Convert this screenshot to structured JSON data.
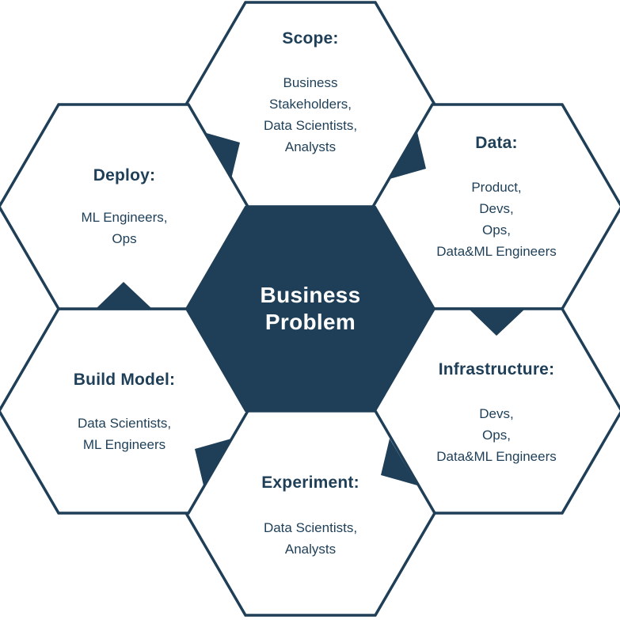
{
  "colors": {
    "navy": "#1e3f57",
    "background": "#ffffff",
    "text_on_dark": "#ffffff"
  },
  "hexagons": {
    "center": {
      "title": "Business\nProblem"
    },
    "scope": {
      "title": "Scope:",
      "members": "Business\nStakeholders,\nData Scientists,\nAnalysts"
    },
    "data": {
      "title": "Data:",
      "members": "Product,\nDevs,\nOps,\nData&ML Engineers"
    },
    "infrastructure": {
      "title": "Infrastructure:",
      "members": "Devs,\nOps,\nData&ML Engineers"
    },
    "experiment": {
      "title": "Experiment:",
      "members": "Data Scientists,\nAnalysts"
    },
    "build_model": {
      "title": "Build Model:",
      "members": "Data Scientists,\nML Engineers"
    },
    "deploy": {
      "title": "Deploy:",
      "members": "ML Engineers,\nOps"
    }
  },
  "flow_arrows": [
    {
      "from": "Deploy",
      "to": "Scope"
    },
    {
      "from": "Scope",
      "to": "Data"
    },
    {
      "from": "Data",
      "to": "Infrastructure"
    },
    {
      "from": "Infrastructure",
      "to": "Experiment"
    },
    {
      "from": "Experiment",
      "to": "Build Model"
    },
    {
      "from": "Build Model",
      "to": "Deploy"
    }
  ]
}
